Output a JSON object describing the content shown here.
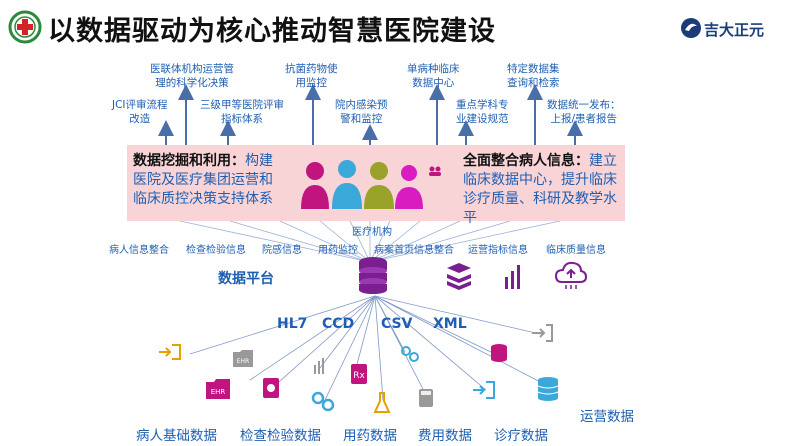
{
  "header": {
    "title": "以数据驱动为核心推动智慧医院建设",
    "brand": "吉大正元"
  },
  "top_goals": {
    "g1": [
      "医联体机构运营管",
      "理的科学化决策"
    ],
    "g2": [
      "抗菌药物使",
      "用监控"
    ],
    "g3": [
      "单病种临床",
      "数据中心"
    ],
    "g4": [
      "特定数据集",
      "查询和检索"
    ],
    "g5": [
      "JCI评审流程",
      "改造"
    ],
    "g6": [
      "三级甲等医院评审",
      "指标体系"
    ],
    "g7": [
      "院内感染预",
      "警和监控"
    ],
    "g8": [
      "重点学科专",
      "业建设规范"
    ],
    "g9": [
      "数据统一发布：",
      "上报/患者报告"
    ]
  },
  "center": {
    "left_bold": "数据挖掘和利用：",
    "left_text": "构建医院及医疗集团运营和临床质控决策支持体系",
    "right_bold": "全面整合病人信息：",
    "right_text": "建立临床数据中心，提升临床诊疗质量、科研及教学水平"
  },
  "org_label": "医疗机构",
  "sources": [
    "病人信息整合",
    "检查检验信息",
    "院感信息",
    "用药监控",
    "病案首页信息整合",
    "运营指标信息",
    "临床质量信息"
  ],
  "platform_label": "数据平台",
  "formats": [
    "HL7",
    "CCD",
    "CSV",
    "XML"
  ],
  "bottom_labels": [
    "病人基础数据",
    "检查检验数据",
    "用药数据",
    "费用数据",
    "诊疗数据",
    "运营数据"
  ],
  "icons": {
    "logo": "hospital-cross-logo",
    "brand": "brand-swirl-logo",
    "ehr": "ehr-folder-icon",
    "rx": "prescription-icon",
    "cloud": "cloud-icon",
    "database": "database-icon"
  },
  "colors": {
    "accent": "#1f5fb2",
    "purple": "#7a1f8f",
    "magenta": "#c0147e",
    "band": "#f8d4d7"
  }
}
